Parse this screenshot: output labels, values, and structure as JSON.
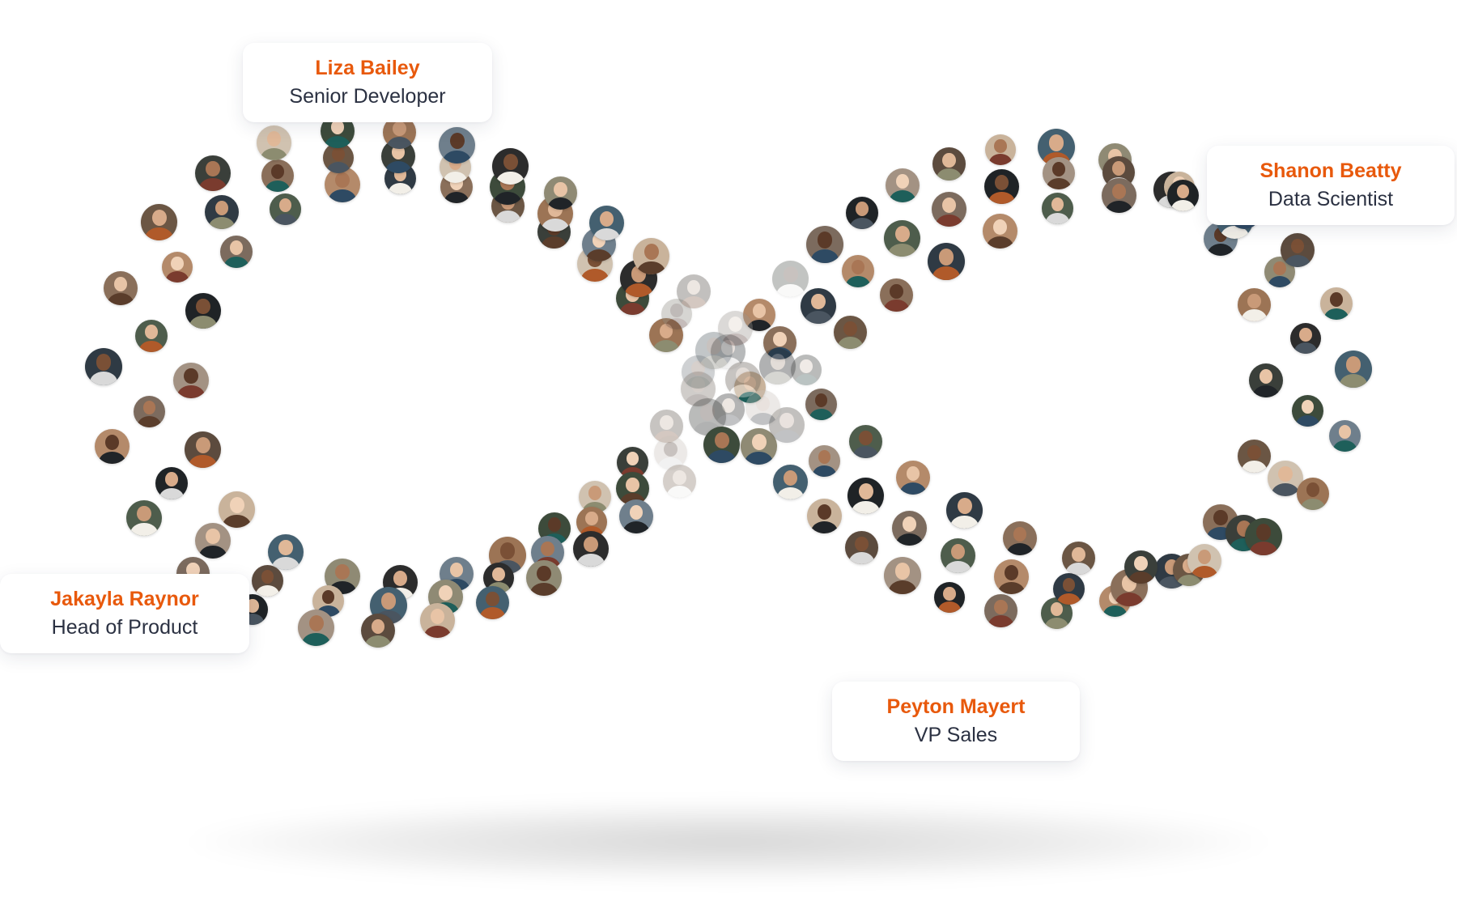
{
  "profiles": {
    "liza": {
      "name": "Liza Bailey",
      "role": "Senior Developer"
    },
    "shanon": {
      "name": "Shanon Beatty",
      "role": "Data Scientist"
    },
    "jakayla": {
      "name": "Jakayla Raynor",
      "role": "Head of Product"
    },
    "peyton": {
      "name": "Peyton Mayert",
      "role": "VP Sales"
    }
  },
  "colors": {
    "accent_name": "#e8590c",
    "role_text": "#2b3142",
    "card_background": "#ffffff",
    "page_background": "#ffffff"
  },
  "avatar_icon": "person-photo-icon"
}
